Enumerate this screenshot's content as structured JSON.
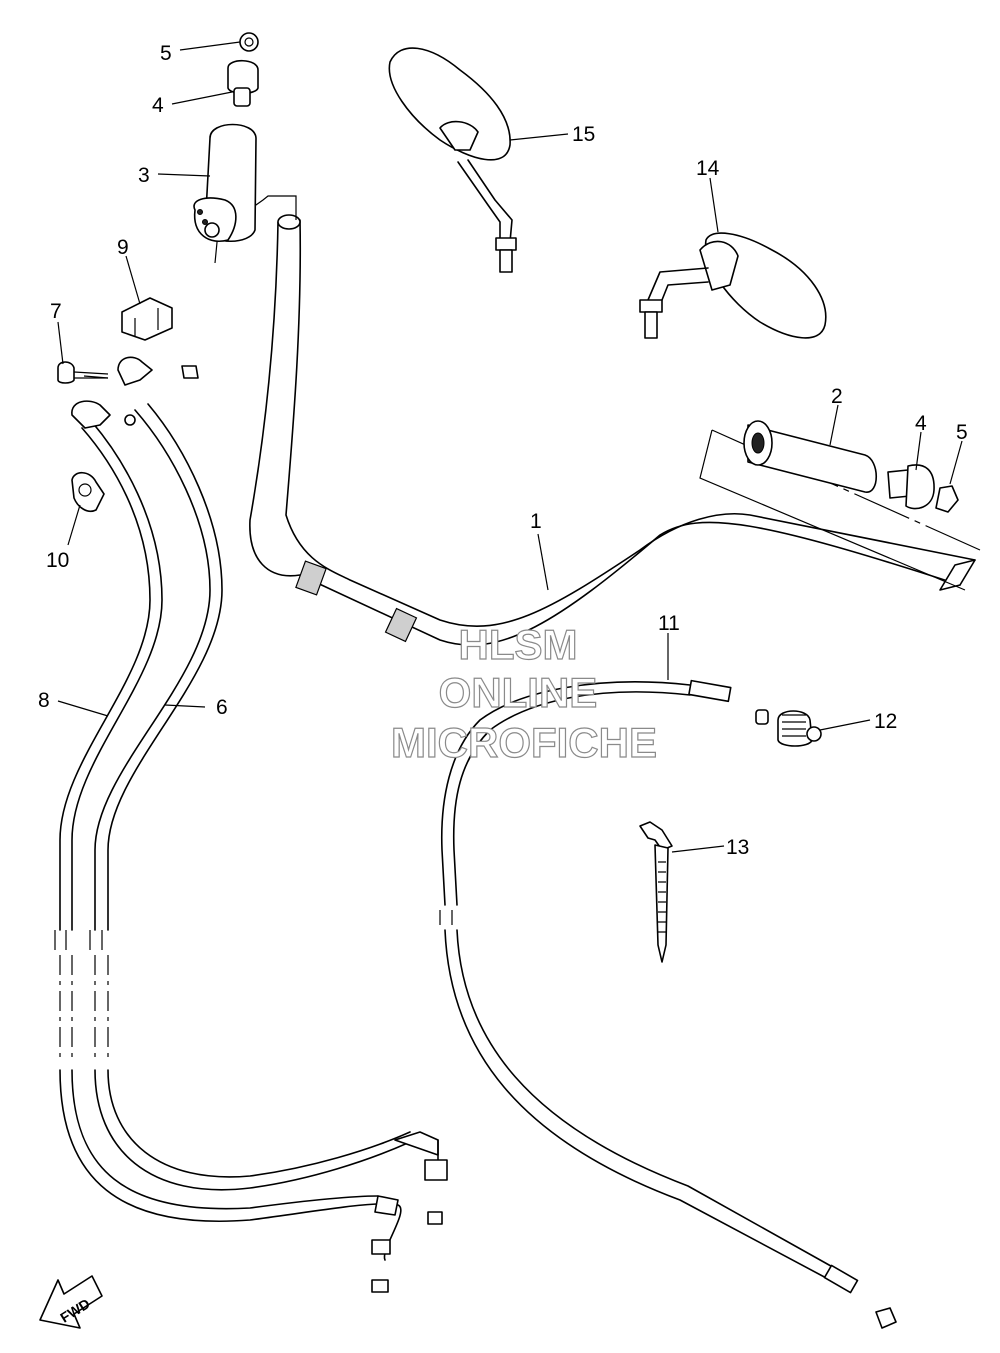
{
  "callouts": [
    {
      "id": "1",
      "text": "1"
    },
    {
      "id": "2",
      "text": "2"
    },
    {
      "id": "3",
      "text": "3"
    },
    {
      "id": "4a",
      "text": "4"
    },
    {
      "id": "4b",
      "text": "4"
    },
    {
      "id": "5a",
      "text": "5"
    },
    {
      "id": "5b",
      "text": "5"
    },
    {
      "id": "6",
      "text": "6"
    },
    {
      "id": "7",
      "text": "7"
    },
    {
      "id": "8",
      "text": "8"
    },
    {
      "id": "9",
      "text": "9"
    },
    {
      "id": "10",
      "text": "10"
    },
    {
      "id": "11",
      "text": "11"
    },
    {
      "id": "12",
      "text": "12"
    },
    {
      "id": "13",
      "text": "13"
    },
    {
      "id": "14",
      "text": "14"
    },
    {
      "id": "15",
      "text": "15"
    }
  ],
  "watermark": {
    "line1": "HLSM",
    "line2": "ONLINE",
    "line3": "MICROFICHE"
  },
  "direction_arrow": {
    "text": "FWD",
    "icon": "fwd-arrow-icon"
  }
}
